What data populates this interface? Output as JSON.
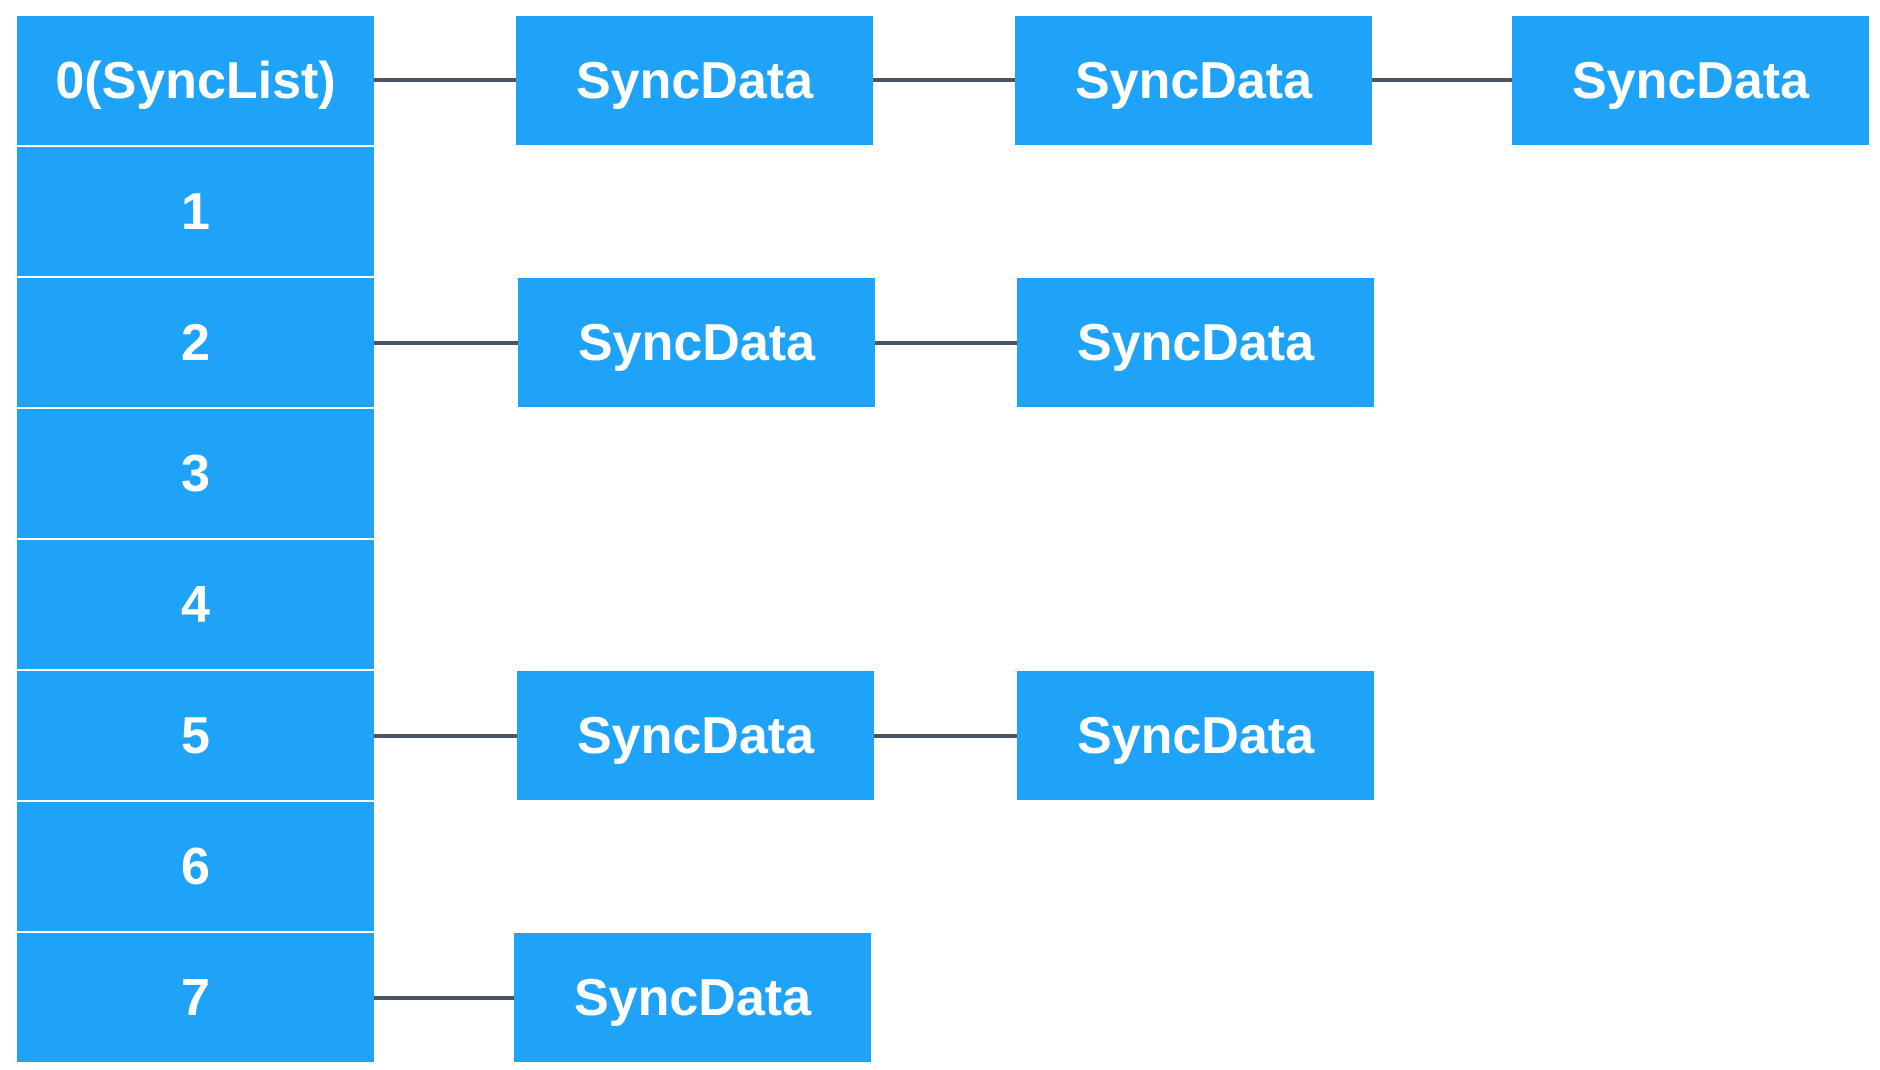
{
  "colors": {
    "box_fill": "#1fa3f8",
    "box_text": "#ffffff",
    "connector": "#4a5563",
    "background": "#ffffff"
  },
  "table": {
    "cells": [
      {
        "label": "0(SyncList)"
      },
      {
        "label": "1"
      },
      {
        "label": "2"
      },
      {
        "label": "3"
      },
      {
        "label": "4"
      },
      {
        "label": "5"
      },
      {
        "label": "6"
      },
      {
        "label": "7"
      }
    ]
  },
  "chains": {
    "row0": [
      "SyncData",
      "SyncData",
      "SyncData"
    ],
    "row2": [
      "SyncData",
      "SyncData"
    ],
    "row5": [
      "SyncData",
      "SyncData"
    ],
    "row7": [
      "SyncData"
    ]
  }
}
